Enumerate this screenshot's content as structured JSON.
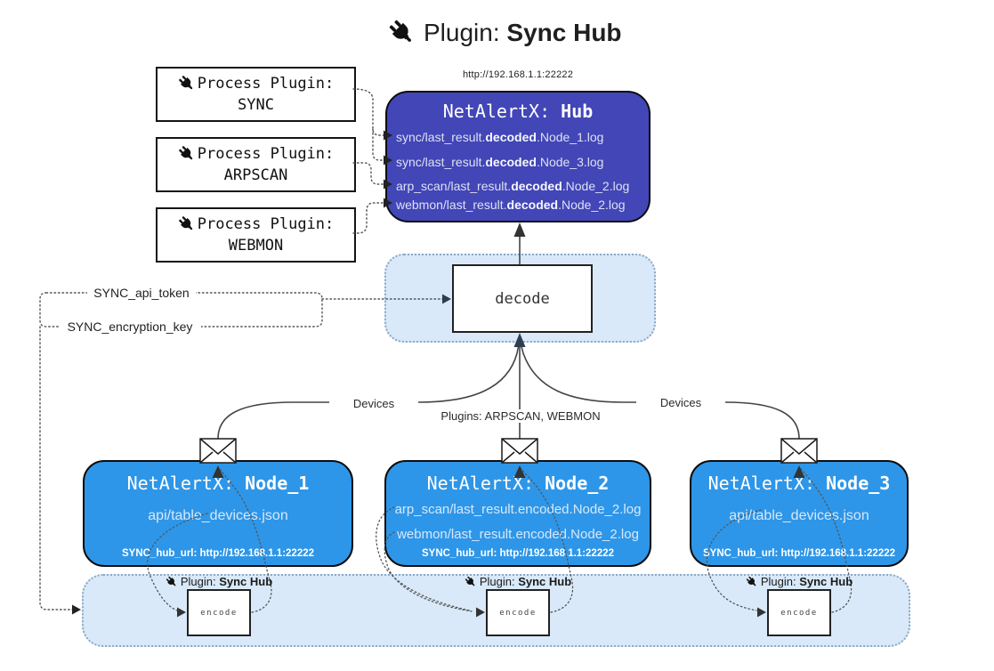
{
  "title": {
    "prefix": "Plugin: ",
    "bold": "Sync Hub"
  },
  "hub": {
    "url": "http://192.168.1.1:22222",
    "title_prefix": "NetAlertX: ",
    "title_bold": "Hub",
    "logs": [
      {
        "pre": "sync/last_result.",
        "bold": "decoded",
        "post": ".Node_1.log"
      },
      {
        "pre": "sync/last_result.",
        "bold": "decoded",
        "post": ".Node_3.log"
      },
      {
        "pre": "arp_scan/last_result.",
        "bold": "decoded",
        "post": ".Node_2.log"
      },
      {
        "pre": "webmon/last_result.",
        "bold": "decoded",
        "post": ".Node_2.log"
      }
    ]
  },
  "process_plugins": [
    {
      "label": "Process Plugin:",
      "name": "SYNC"
    },
    {
      "label": "Process Plugin:",
      "name": "ARPSCAN"
    },
    {
      "label": "Process Plugin:",
      "name": "WEBMON"
    }
  ],
  "decode": {
    "label": "decode"
  },
  "keys": {
    "api_token": "SYNC_api_token",
    "encryption_key": "SYNC_encryption_key"
  },
  "edges": {
    "devices_left": "Devices",
    "devices_right": "Devices",
    "plugins_mid": "Plugins: ARPSCAN, WEBMON"
  },
  "nodes": [
    {
      "title_prefix": "NetAlertX: ",
      "title_bold": "Node_1",
      "files": [
        "api/table_devices.json"
      ],
      "hub_url": "SYNC_hub_url: http://192.168.1.1:22222"
    },
    {
      "title_prefix": "NetAlertX: ",
      "title_bold": "Node_2",
      "files": [
        "arp_scan/last_result.encoded.Node_2.log",
        "webmon/last_result.encoded.Node_2.log"
      ],
      "hub_url": "SYNC_hub_url: http://192.168.1.1:22222"
    },
    {
      "title_prefix": "NetAlertX: ",
      "title_bold": "Node_3",
      "files": [
        "api/table_devices.json"
      ],
      "hub_url": "SYNC_hub_url: http://192.168.1.1:22222"
    }
  ],
  "encoders": [
    {
      "label_prefix": "Plugin: ",
      "label_bold": "Sync Hub",
      "box_label": "encode"
    },
    {
      "label_prefix": "Plugin: ",
      "label_bold": "Sync Hub",
      "box_label": "encode"
    },
    {
      "label_prefix": "Plugin: ",
      "label_bold": "Sync Hub",
      "box_label": "encode"
    }
  ],
  "colors": {
    "hub_fill": "#4246b7",
    "node_fill": "#2e96e8",
    "container_fill": "#d9e9f9",
    "container_border": "#8ca8c2",
    "line": "#444444",
    "arrow_navy": "#2c3e50"
  }
}
